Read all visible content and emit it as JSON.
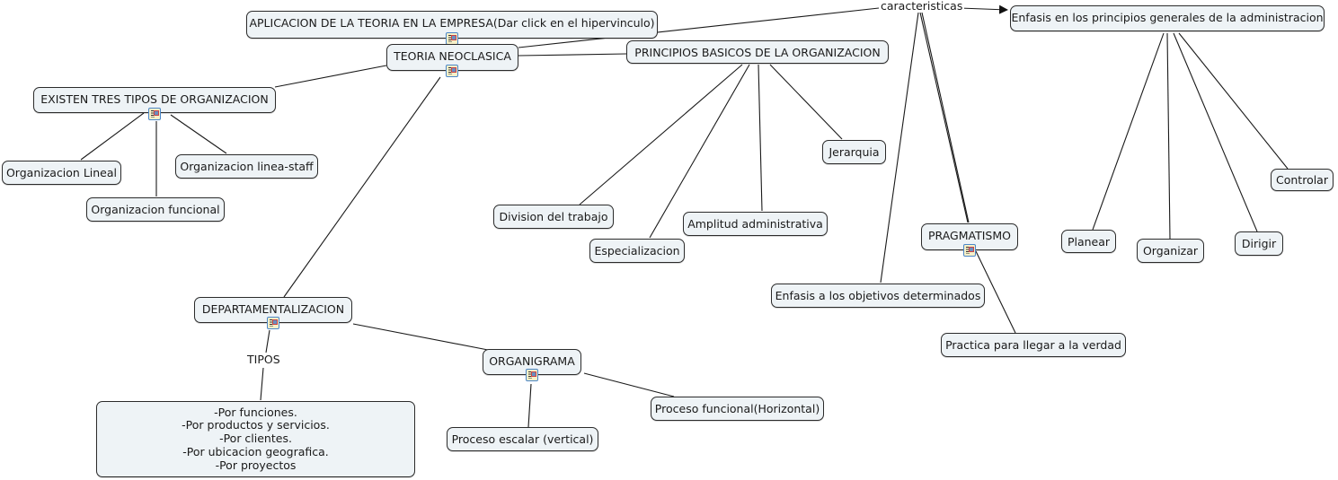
{
  "nodes": {
    "aplicacion": "APLICACION DE LA TEORIA EN LA EMPRESA(Dar click en el hipervinculo)",
    "teoria": "TEORIA NEOCLASICA",
    "principios": "PRINCIPIOS BASICOS DE LA ORGANIZACION",
    "existen": "EXISTEN TRES TIPOS DE ORGANIZACION",
    "org_lineal": "Organizacion Lineal",
    "org_linea_staff": "Organizacion linea-staff",
    "org_funcional": "Organizacion funcional",
    "division": "Division del trabajo",
    "especializacion": "Especializacion",
    "amplitud": "Amplitud administrativa",
    "jerarquia": "Jerarquia",
    "enfasis_principios": "Enfasis en los principios generales de la administracion",
    "planear": "Planear",
    "organizar": "Organizar",
    "dirigir": "Dirigir",
    "controlar": "Controlar",
    "pragmatismo": "PRAGMATISMO",
    "enfasis_objetivos": "Enfasis a los objetivos determinados",
    "practica": "Practica para llegar a la verdad",
    "departamentalizacion": "DEPARTAMENTALIZACION",
    "organigrama": "ORGANIGRAMA",
    "proceso_funcional": "Proceso funcional(Horizontal)",
    "proceso_escalar": "Proceso escalar (vertical)",
    "tipos_list": [
      "-Por funciones.",
      "-Por productos y servicios.",
      "-Por clientes.",
      "-Por ubicacion geografica.",
      "-Por proyectos"
    ]
  },
  "linking_phrases": {
    "caracteristicas": "caracteristicas",
    "tipos": "TIPOS"
  },
  "icons": {
    "resource": "document-image-icon"
  },
  "colors": {
    "node_fill": "#eef3f6",
    "node_border": "#2b2b2b",
    "icon_border": "#4a86c8"
  }
}
